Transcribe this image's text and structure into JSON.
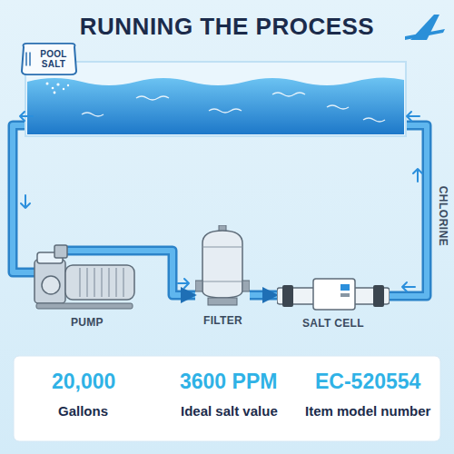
{
  "diagram": {
    "title": "RUNNING THE PROCESS",
    "nodes": [
      {
        "text": [
          "POOL SALT"
        ]
      },
      {
        "text": [
          "PUMP"
        ]
      },
      {
        "text": [
          "FILTER"
        ]
      },
      {
        "text": [
          "SALT CELL"
        ]
      }
    ],
    "edges": [
      {
        "from": 1,
        "to": 2,
        "arrow": "to"
      },
      {
        "from": 2,
        "to": 3,
        "arrow": "to"
      }
    ],
    "labels": [
      "CHLORINE",
      "20,000",
      "Gallons",
      "3600 PPM",
      "Ideal salt value",
      "EC-520554",
      "Item model number"
    ]
  }
}
